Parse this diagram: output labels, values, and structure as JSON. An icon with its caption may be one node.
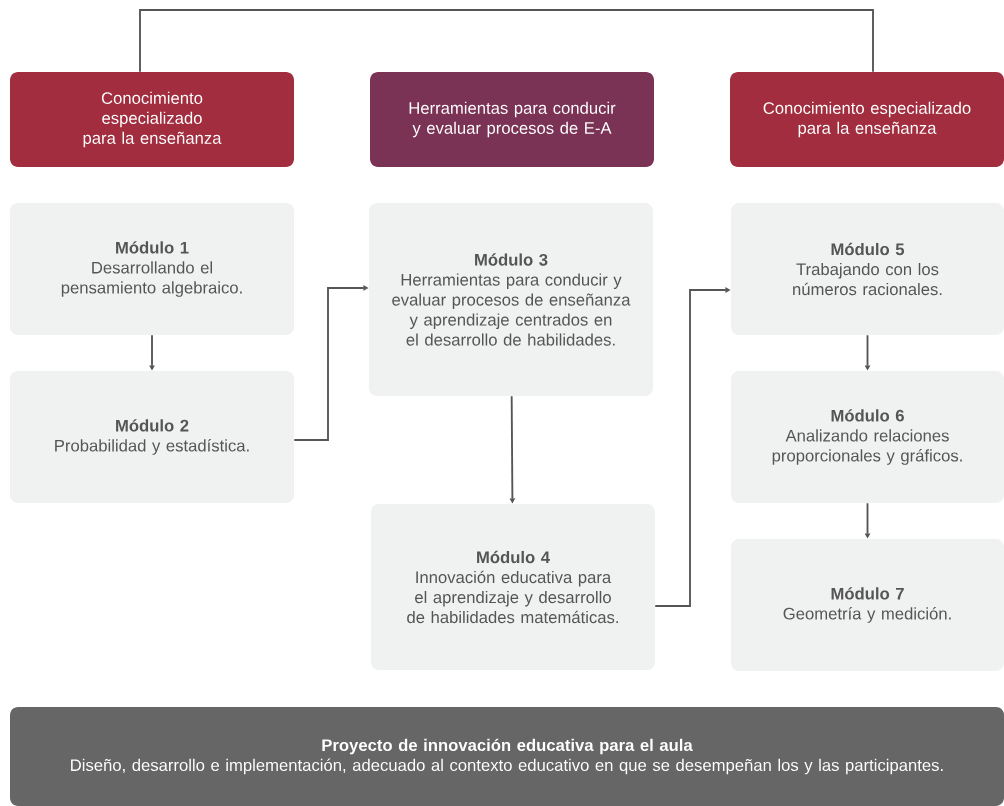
{
  "diagram": {
    "nodes": [
      {
        "text": [
          "Conocimiento especializado para la enseñanza"
        ]
      },
      {
        "text": [
          "Herramientas para conducir y evaluar procesos de E-A"
        ]
      },
      {
        "text": [
          "Conocimiento especializado para la enseñanza"
        ]
      },
      {
        "text": [
          "Módulo 1",
          "Desarrollando el pensamiento algebraico."
        ]
      },
      {
        "text": [
          "Módulo 2",
          "Probabilidad y estadística."
        ]
      },
      {
        "text": [
          "Módulo 3",
          "Herramientas para conducir y evaluar procesos de enseñanza y aprendizaje centrados en el desarrollo de habilidades."
        ]
      },
      {
        "text": [
          "Módulo 4",
          "Innovación educativa para el aprendizaje y desarrollo de habilidades matemáticas."
        ]
      },
      {
        "text": [
          "Módulo 5",
          "Trabajando con los números racionales."
        ]
      },
      {
        "text": [
          "Módulo 6",
          "Analizando relaciones proporcionales y gráficos."
        ]
      },
      {
        "text": [
          "Módulo 7",
          "Geometría y medición."
        ]
      },
      {
        "text": [
          "Proyecto de innovación educativa para el aula",
          "Diseño, desarrollo e implementación, adecuado al contexto educativo en que se desempeñan los y las participantes."
        ]
      }
    ],
    "edges": [
      {
        "from": 0,
        "to": 2,
        "arrow": "none"
      },
      {
        "from": 3,
        "to": 4,
        "arrow": "to"
      },
      {
        "from": 4,
        "to": 5,
        "arrow": "to"
      },
      {
        "from": 5,
        "to": 6,
        "arrow": "to"
      },
      {
        "from": 6,
        "to": 7,
        "arrow": "to"
      },
      {
        "from": 7,
        "to": 8,
        "arrow": "to"
      },
      {
        "from": 8,
        "to": 9,
        "arrow": "to"
      }
    ]
  }
}
